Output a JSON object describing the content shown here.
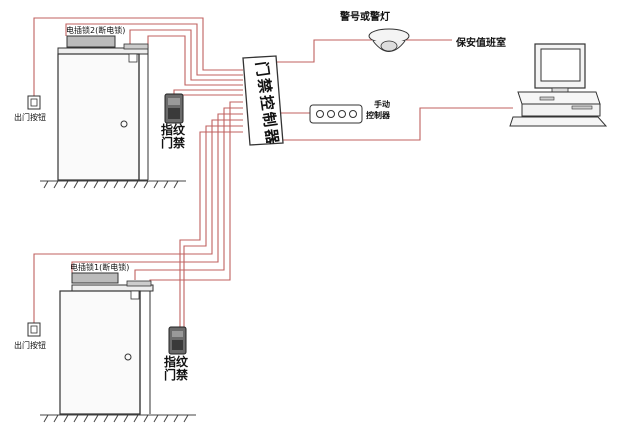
{
  "labels": {
    "lock_top": "电插锁2(断电锁)",
    "lock_bottom": "电插锁1(断电锁)",
    "exit_button_top": "出门按钮",
    "exit_button_bottom": "出门按钮",
    "fingerprint_top_line1": "指纹",
    "fingerprint_top_line2": "门禁",
    "fingerprint_bottom_line1": "指纹",
    "fingerprint_bottom_line2": "门禁",
    "controller": "门禁控制器",
    "alarm": "警号或警灯",
    "security_room": "保安值班室",
    "manual_controller_line1": "手动",
    "manual_controller_line2": "控制器"
  },
  "colors": {
    "wire": "#c0605f",
    "line": "#333333",
    "floor": "#444444"
  }
}
